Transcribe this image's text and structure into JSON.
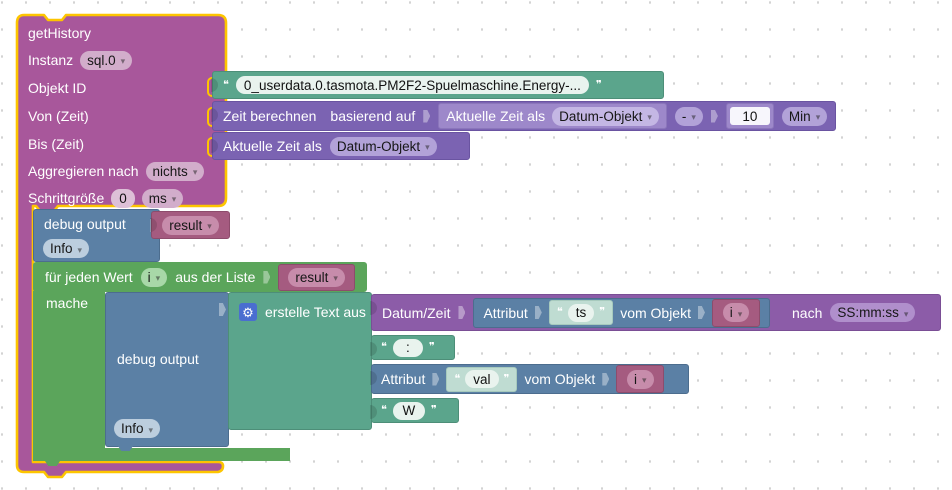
{
  "colors": {
    "selection_outline": "#fdc500",
    "get_history_block": "#a8579b",
    "time_block": "#7b63b2",
    "time_convert_block": "#8c5ca8",
    "text_block": "#5ba58c",
    "debug_block": "#5b80a5",
    "loop_block": "#5ba55b",
    "variable_block": "#a55b80",
    "gear_icon_bg": "#4a6ed0"
  },
  "get_history": {
    "title": "getHistory",
    "instanz_label": "Instanz",
    "instanz": "sql.0",
    "objekt_id_label": "Objekt ID",
    "von_label": "Von (Zeit)",
    "bis_label": "Bis (Zeit)",
    "aggregieren_label": "Aggregieren nach",
    "aggregieren": "nichts",
    "schritt_label": "Schrittgröße",
    "schritt_wert": "0",
    "schritt_einheit": "ms"
  },
  "objekt_id": {
    "value": "0_userdata.0.tasmota.PM2F2-Spuelmaschine.Energy-..."
  },
  "zeit_berechnen": {
    "label": "Zeit berechnen",
    "basierend": "basierend auf",
    "operator": "-",
    "wert": "10",
    "einheit": "Min"
  },
  "aktuelle_zeit": {
    "label": "Aktuelle Zeit als",
    "format": "Datum-Objekt"
  },
  "debug1": {
    "label": "debug output",
    "variable": "result",
    "level": "Info"
  },
  "loop": {
    "label_wert": "für jeden Wert",
    "variable": "i",
    "label_liste": "aus der Liste",
    "liste": "result",
    "mache": "mache"
  },
  "debug2": {
    "label": "debug output",
    "level": "Info"
  },
  "erstelle_text": {
    "label": "erstelle Text aus"
  },
  "datum_zeit": {
    "label": "Datum/Zeit",
    "nach": "nach",
    "format": "SS:mm:ss"
  },
  "attribut_ts": {
    "label": "Attribut",
    "wert": "ts",
    "vom": "vom Objekt",
    "variable": "i"
  },
  "text_colon": {
    "value": ":"
  },
  "attribut_val": {
    "label": "Attribut",
    "wert": "val",
    "vom": "vom Objekt",
    "variable": "i"
  },
  "text_w": {
    "value": "W"
  }
}
